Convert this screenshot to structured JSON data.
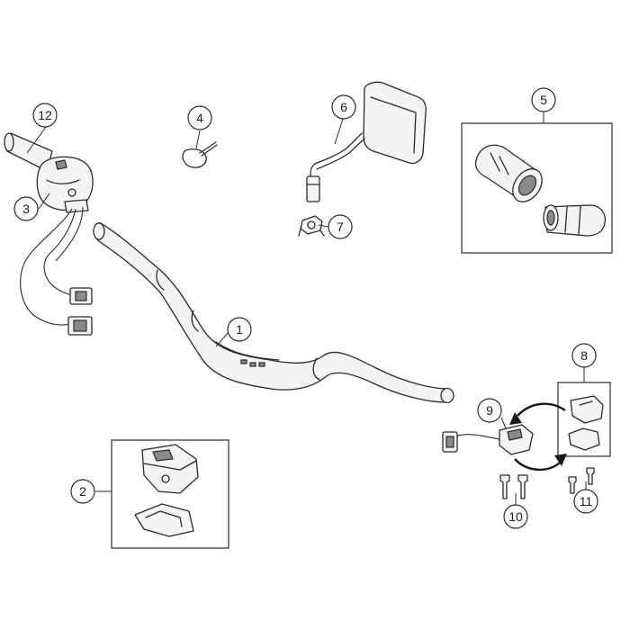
{
  "callouts": {
    "c1": "1",
    "c2": "2",
    "c3": "3",
    "c4": "4",
    "c5": "5",
    "c6": "6",
    "c7": "7",
    "c8": "8",
    "c9": "9",
    "c10": "10",
    "c11": "11",
    "c12": "12"
  },
  "colors": {
    "line": "#2b2b2b",
    "fill": "#f4f4f4",
    "background": "#ffffff"
  }
}
